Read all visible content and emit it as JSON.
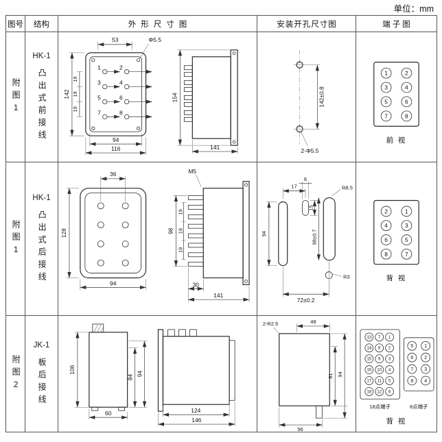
{
  "unit_label": "单位：mm",
  "table": {
    "headers": [
      "图号",
      "结构",
      "外形尺寸图",
      "安装开孔尺寸图",
      "端子图"
    ],
    "rows": [
      {
        "fig_no": "附图1",
        "model": "HK-1",
        "structure": "凸出式前接线",
        "outline": {
          "front": {
            "dim_top": "53",
            "dim_hole": "Φ5.5",
            "dim_left": "142",
            "spacing": [
              "19",
              "19",
              "19"
            ],
            "dim_bottom_inner": "94",
            "dim_bottom_outer": "116",
            "terminals": [
              "1",
              "2",
              "3",
              "4",
              "5",
              "6",
              "7",
              "8"
            ]
          },
          "side": {
            "dim_height": "154",
            "dim_width": "141"
          }
        },
        "mounting": {
          "dim_height": "142±0.8",
          "dim_holes": "2-Φ5.5"
        },
        "terminal": {
          "left_col": [
            "1",
            "3",
            "5",
            "7"
          ],
          "right_col": [
            "2",
            "4",
            "6",
            "8"
          ],
          "view_label": "前  视"
        }
      },
      {
        "fig_no": "附图1",
        "model": "HK-1",
        "structure": "凸出式后接线",
        "outline": {
          "front": {
            "dim_top": "36",
            "dim_left": "128",
            "dim_bottom": "94"
          },
          "side": {
            "screw_label": "M5",
            "dim_height": "98",
            "spacing": [
              "19",
              "19",
              "19"
            ],
            "dim_bottom_inner": "30",
            "dim_bottom_outer": "141"
          }
        },
        "mounting": {
          "dim_top_left": "17",
          "dim_top_center": "6",
          "dim_mid": "15",
          "radius_top": "R8.5",
          "dim_left": "94",
          "dim_right": "98±0.7",
          "radius_bottom": "R3",
          "dim_bottom": "72±0.2"
        },
        "terminal": {
          "left_col": [
            "2",
            "4",
            "6",
            "8"
          ],
          "right_col": [
            "1",
            "3",
            "5",
            "7"
          ],
          "view_label": "背  视"
        }
      },
      {
        "fig_no": "附图2",
        "model": "JK-1",
        "structure": "板后接线",
        "outline": {
          "front": {
            "dim_left": "106",
            "dim_right_inner": "84",
            "dim_right_outer": "94",
            "dim_bottom": "60"
          },
          "side": {
            "dim_bottom_inner": "124",
            "dim_bottom_outer": "146"
          }
        },
        "mounting": {
          "radius_label": "2-R2.5",
          "dim_top": "48",
          "dim_right_inner": "81",
          "dim_right_outer": "94",
          "dim_bottom": "56"
        },
        "terminal": {
          "block18": {
            "label": "18点端子",
            "grid": [
              [
                "13",
                "7",
                "1"
              ],
              [
                "14",
                "8",
                "2"
              ],
              [
                "15",
                "9",
                "3"
              ],
              [
                "16",
                "10",
                "4"
              ],
              [
                "17",
                "11",
                "5"
              ],
              [
                "18",
                "12",
                "6"
              ]
            ]
          },
          "block8": {
            "label": "8点端子",
            "grid": [
              [
                "5",
                "1"
              ],
              [
                "6",
                "2"
              ],
              [
                "7",
                "3"
              ],
              [
                "8",
                "4"
              ]
            ]
          },
          "view_label": "背  视"
        }
      }
    ]
  }
}
